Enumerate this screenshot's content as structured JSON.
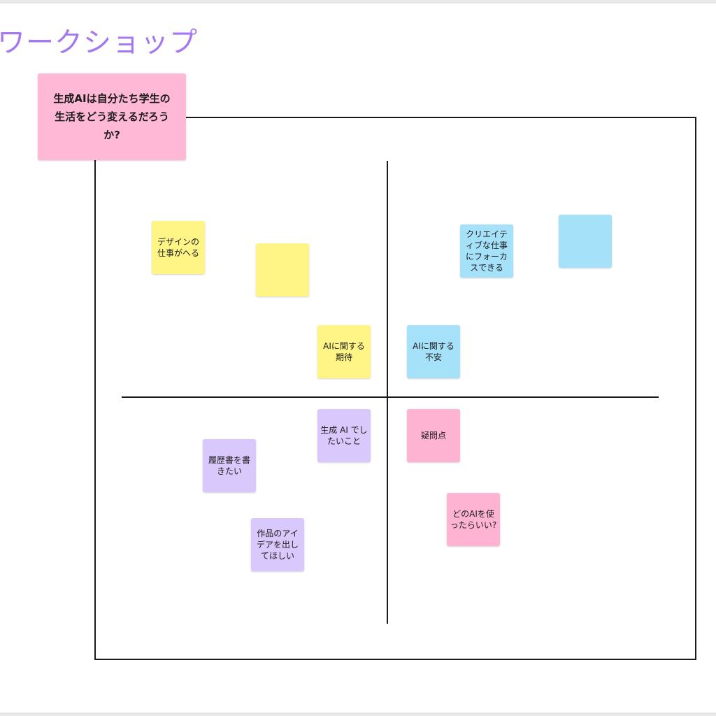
{
  "board": {
    "title": "ワークショップ",
    "main_question": "生成AIは自分たち学生の生活をどう変えるだろうか?"
  },
  "notes": {
    "design_jobs": "デザインの仕事がへる",
    "yellow_blank": "",
    "ai_expectation": "AIに関する期待",
    "creative_focus": "クリエイティブな仕事にフォーカスできる",
    "blue_blank": "",
    "ai_anxiety": "AIに関する不安",
    "want_to_do": "生成 AI でしたいこと",
    "resume": "履歴書を書きたい",
    "art_ideas": "作品のアイデアを出してほしい",
    "questions": "疑問点",
    "which_ai": "どのAIを使ったらいい?"
  },
  "colors": {
    "yellow": "#fff587",
    "blue": "#a6e1fa",
    "purple": "#d9c8fb",
    "pink": "#ffb3d3",
    "title_text": "#a479f0"
  }
}
